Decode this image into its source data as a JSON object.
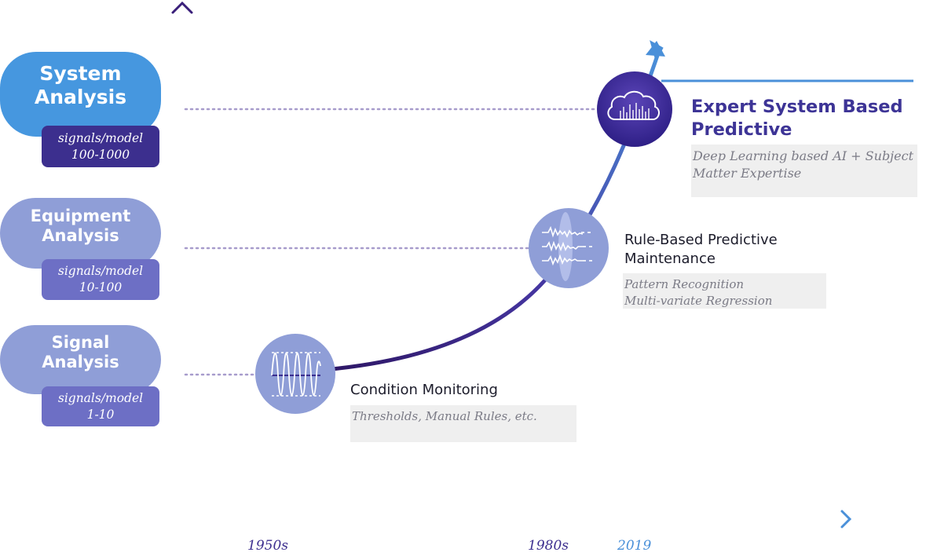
{
  "levels": [
    {
      "name_lines": [
        "System",
        "Analysis"
      ],
      "tag_lines": [
        "signals/model",
        "100-1000"
      ]
    },
    {
      "name_lines": [
        "Equipment",
        "Analysis"
      ],
      "tag_lines": [
        "signals/model",
        "10-100"
      ]
    },
    {
      "name_lines": [
        "Signal",
        "Analysis"
      ],
      "tag_lines": [
        "signals/model",
        "1-10"
      ]
    }
  ],
  "milestones": {
    "expert": {
      "title_lines": [
        "Expert System Based",
        "Predictive Maintenance"
      ],
      "desc_lines": [
        "Deep Learning based AI + Subject",
        "Matter Expertise"
      ],
      "icon": "cloud-factory-icon"
    },
    "rule": {
      "title_lines": [
        "Rule-Based Predictive",
        "Maintenance"
      ],
      "desc_lines": [
        "Pattern Recognition",
        "Multi-variate Regression"
      ],
      "icon": "multi-waveform-icon"
    },
    "condition": {
      "title_lines": [
        "Condition Monitoring"
      ],
      "desc_lines": [
        "Thresholds, Manual Rules, etc."
      ],
      "icon": "threshold-waveform-icon"
    }
  },
  "x_axis": {
    "labels": [
      "1950s",
      "1980s",
      "2019"
    ]
  },
  "colors": {
    "axis_dark": "#34186e",
    "axis_light": "#4a90d9",
    "system_pill": "#4697df",
    "level_pill": "#8f9ed7",
    "system_tag": "#3c2f8e",
    "level_tag": "#6d6fc5",
    "expert_title": "#3d3496",
    "node_light": "#8f9ed7",
    "node_dark": "#3a2d8f"
  }
}
